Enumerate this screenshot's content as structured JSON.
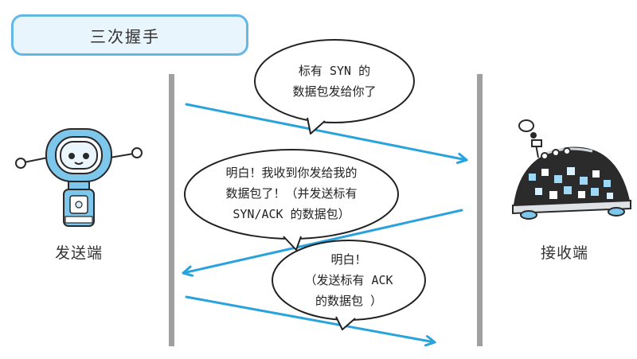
{
  "title": "三次握手",
  "sender": {
    "label": "发送端",
    "icon": "robot-icon"
  },
  "receiver": {
    "label": "接收端",
    "icon": "rover-robot-icon"
  },
  "steps": [
    {
      "lines": [
        "标有 SYN 的",
        "数据包发给你了"
      ]
    },
    {
      "lines": [
        "明白！我收到你发给我的",
        "数据包了！（并发送标有",
        "SYN/ACK 的数据包）"
      ]
    },
    {
      "lines": [
        "明白！",
        "（发送标有 ACK",
        "的数据包 ）"
      ]
    }
  ],
  "colors": {
    "accent": "#2aa3dc",
    "pill_border": "#64b7e6",
    "pill_fill": "#e9f5fc",
    "lifeline": "#a0a0a0"
  }
}
